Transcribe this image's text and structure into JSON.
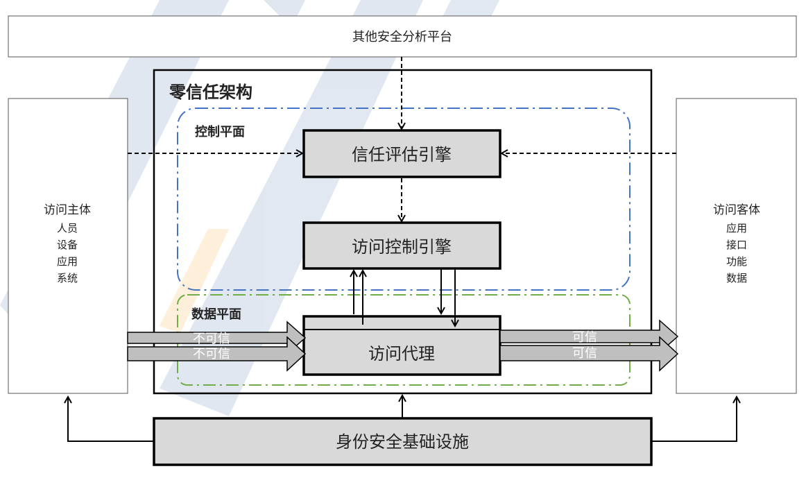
{
  "top_platform": "其他安全分析平台",
  "zero_trust_title": "零信任架构",
  "control_plane_title": "控制平面",
  "data_plane_title": "数据平面",
  "trust_engine": "信任评估引擎",
  "access_control_engine": "访问控制引擎",
  "access_proxy": "访问代理",
  "identity_infra": "身份安全基础设施",
  "subject": {
    "title": "访问主体",
    "items": [
      "人员",
      "设备",
      "应用",
      "系统"
    ]
  },
  "object": {
    "title": "访问客体",
    "items": [
      "应用",
      "接口",
      "功能",
      "数据"
    ]
  },
  "flow_labels": {
    "untrusted_1": "不可信",
    "untrusted_2": "不可信",
    "trusted_1": "可信",
    "trusted_2": "可信"
  },
  "colors": {
    "control_plane_border": "#4472c4",
    "data_plane_border": "#70ad47",
    "box_fill": "#d9d9d9",
    "arrow_fill": "#bfbfbf"
  }
}
